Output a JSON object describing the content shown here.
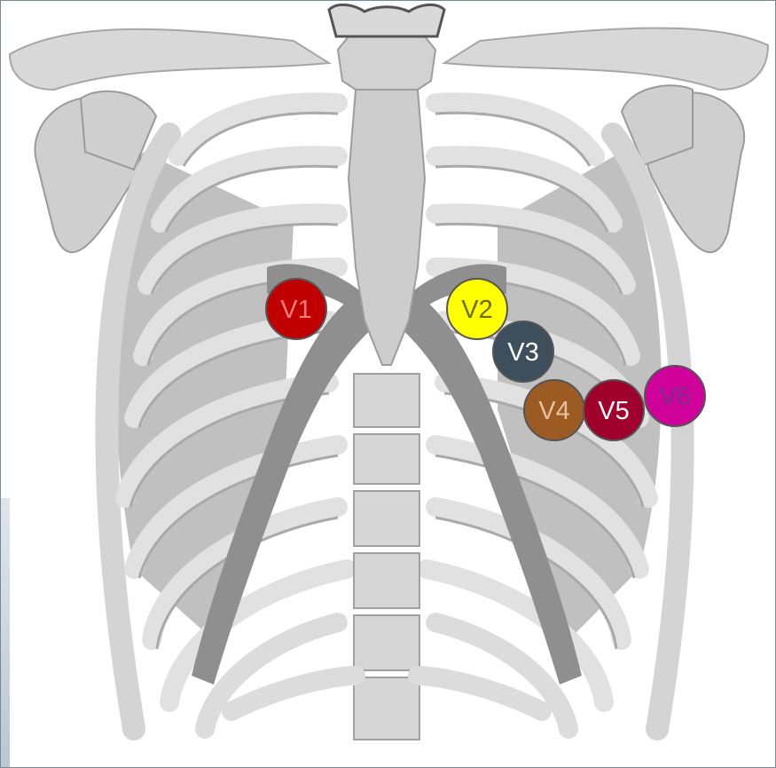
{
  "leads": [
    {
      "label": "V1",
      "color": "#c00000",
      "text_color": "#ff7a7a"
    },
    {
      "label": "V2",
      "color": "#ffff00",
      "text_color": "#6b6b00"
    },
    {
      "label": "V3",
      "color": "#3d4f5c",
      "text_color": "#ffffff"
    },
    {
      "label": "V4",
      "color": "#9b5b22",
      "text_color": "#e6c39c"
    },
    {
      "label": "V5",
      "color": "#a0002c",
      "text_color": "#ffffff"
    },
    {
      "label": "V6",
      "color": "#d0009a",
      "text_color": "#7a2e8a"
    }
  ]
}
